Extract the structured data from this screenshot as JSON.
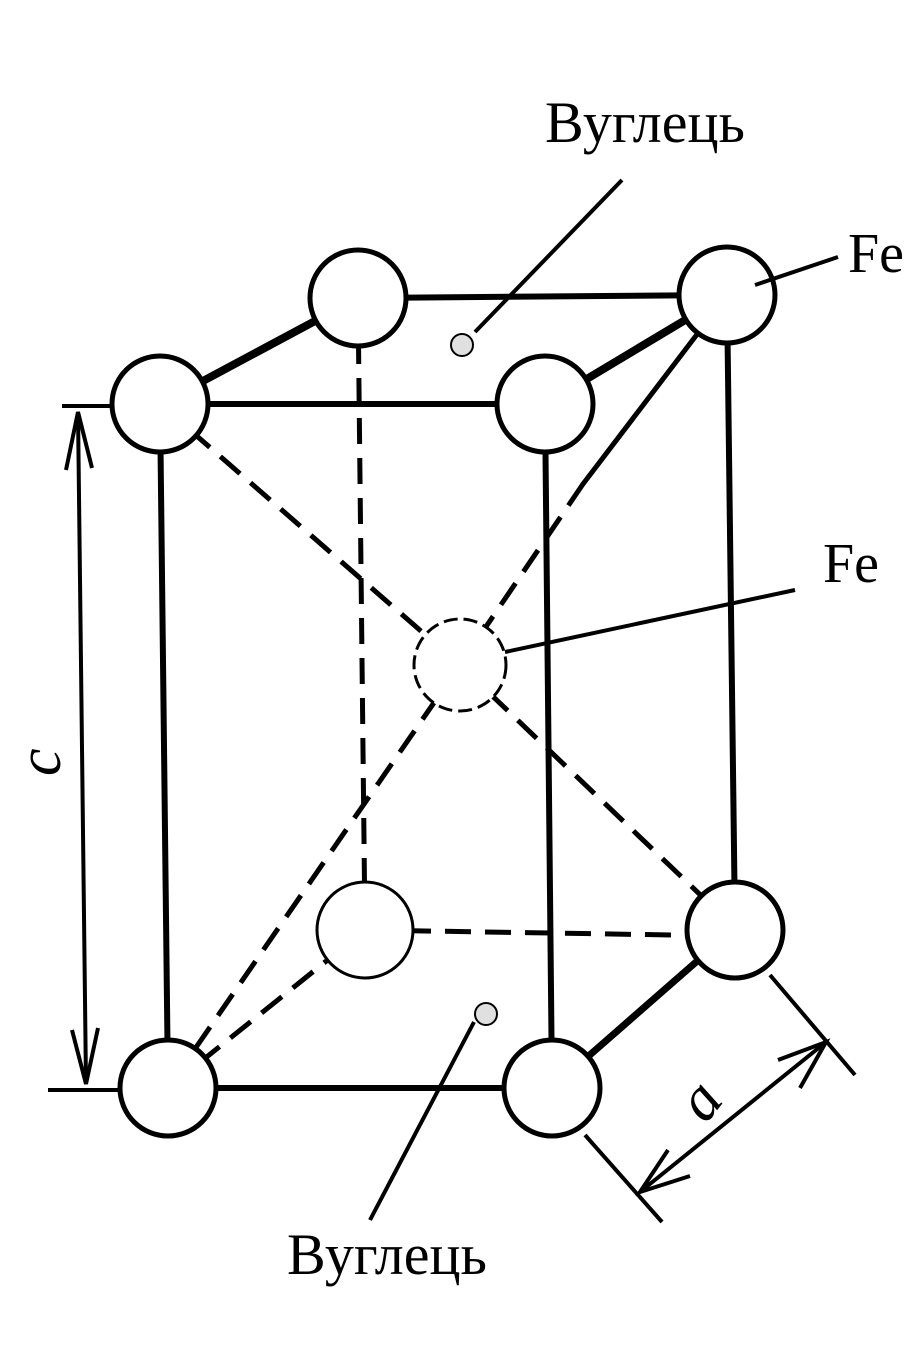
{
  "labels": {
    "carbon_top": "Вуглець",
    "carbon_bottom": "Вуглець",
    "fe_corner": "Fe",
    "fe_center": "Fe"
  },
  "dimensions": {
    "height": "c",
    "width": "a"
  },
  "colors": {
    "ink": "#000000",
    "paper": "#ffffff"
  }
}
